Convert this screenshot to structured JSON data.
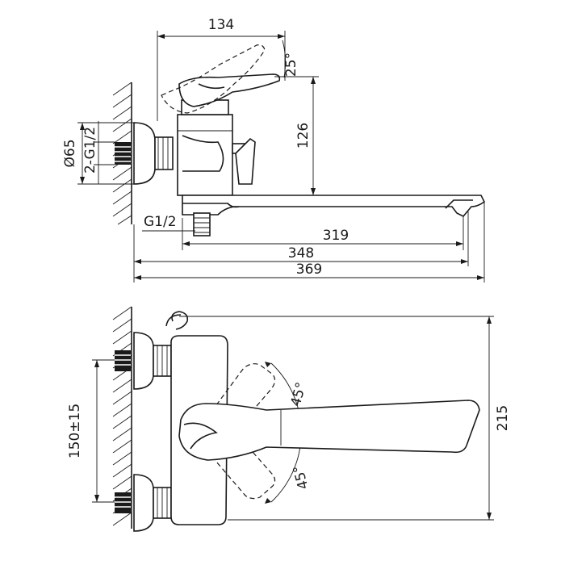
{
  "drawing": {
    "side_view": {
      "dim_width_top": "134",
      "dim_angle_top": "25°",
      "dim_height": "126",
      "dim_diameter": "Ø65",
      "dim_thread_pair": "2-G1/2",
      "dim_thread_outlet": "G1/2",
      "dim_spout": "319",
      "dim_reach": "348",
      "dim_total": "369"
    },
    "front_view": {
      "dim_angle_upper": "45°",
      "dim_angle_lower": "45°",
      "dim_centers": "150±15",
      "dim_length": "215"
    }
  }
}
